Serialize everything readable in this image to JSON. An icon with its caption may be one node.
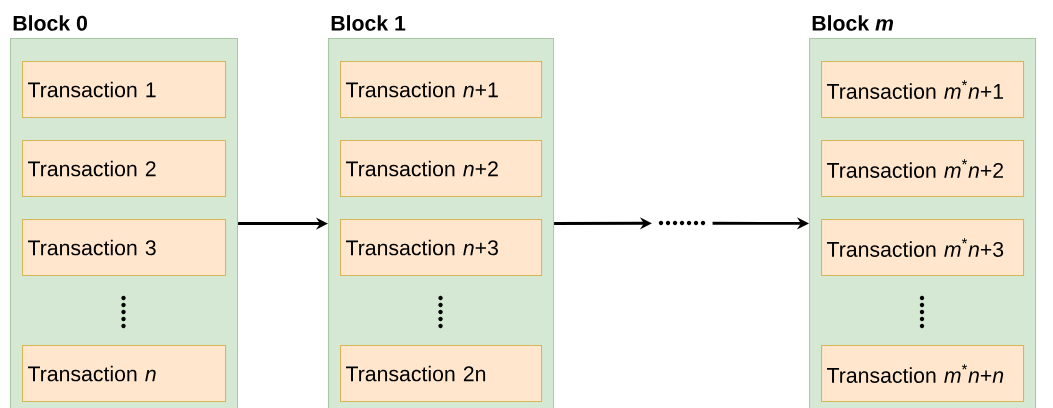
{
  "diagram": {
    "nodes": [
      {
        "text": [
          "Block 0"
        ]
      },
      {
        "text": [
          "Transaction 1"
        ],
        "in": 0
      },
      {
        "text": [
          "Transaction 2"
        ],
        "in": 0
      },
      {
        "text": [
          "Transaction 3"
        ],
        "in": 0
      },
      {
        "text": [
          "Transaction *n*"
        ],
        "in": 0
      },
      {
        "text": [
          "Block 1"
        ]
      },
      {
        "text": [
          "Transaction *n*+1"
        ],
        "in": 5
      },
      {
        "text": [
          "Transaction *n*+2"
        ],
        "in": 5
      },
      {
        "text": [
          "Transaction *n*+3"
        ],
        "in": 5
      },
      {
        "text": [
          "Transaction 2n"
        ],
        "in": 5
      },
      {
        "text": [],
        "shape": "dots"
      },
      {
        "text": [
          "Block *m*"
        ]
      },
      {
        "text": [
          "Transaction *m*$^{*}$*n*+1"
        ],
        "in": 11
      },
      {
        "text": [
          "Transaction *m*$^{*}$*n*+2"
        ],
        "in": 11
      },
      {
        "text": [
          "Transaction *m*$^{*}$*n*+3"
        ],
        "in": 11
      },
      {
        "text": [
          "Transaction *m*$^{*}$*n*+*n*"
        ],
        "in": 11
      }
    ],
    "edges": [
      {
        "from": 0,
        "to": 5,
        "arrow": "to"
      },
      {
        "from": 5,
        "to": 10,
        "arrow": "to"
      },
      {
        "from": 10,
        "to": 11,
        "arrow": "to"
      }
    ]
  }
}
